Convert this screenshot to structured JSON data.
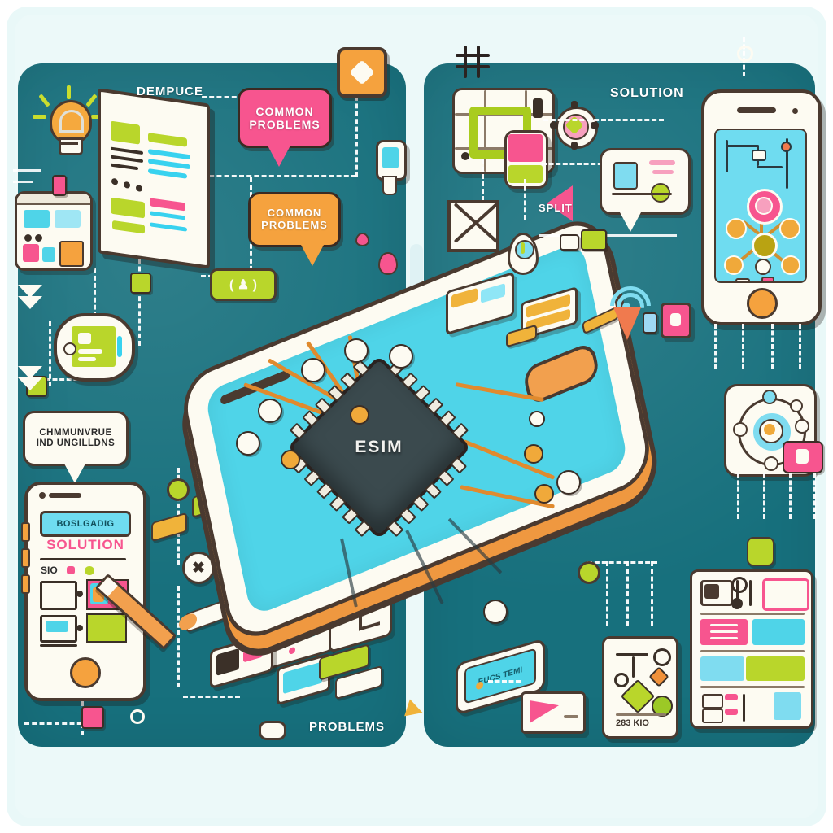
{
  "title": "eSIM Troubleshooting Infographic",
  "colors": {
    "panel_teal": "#17707d",
    "backdrop_mint": "#e9f8f8",
    "accent_orange": "#f5a23e",
    "accent_pink": "#f7558f",
    "accent_green": "#b9d62b",
    "accent_cyan": "#4fd4e8",
    "outline_dark": "#4a3a30",
    "chip_dark": "#3b4a4e"
  },
  "left_panel": {
    "label_top": "DEMPUCE",
    "label_bottom": "PROBLEMS",
    "bubbles": [
      {
        "id": "pink",
        "line1": "COMMON",
        "line2": "PROBLEMS",
        "color": "#f7558f"
      },
      {
        "id": "orange",
        "line1": "COMMON",
        "line2": "PROBLEMS",
        "color": "#f5a23e"
      },
      {
        "id": "white",
        "line1": "CHMMUNVRUE",
        "line2": "IND UNGILLDNS",
        "color": "#fdfbf2"
      }
    ],
    "icons": [
      {
        "name": "lightbulb-icon"
      },
      {
        "name": "document-page-icon"
      },
      {
        "name": "image-card-icon"
      },
      {
        "name": "qr-code-icon"
      },
      {
        "name": "chevron-down-icon"
      },
      {
        "name": "green-tag-icon"
      }
    ],
    "phone_card": {
      "search_value": "BOSLGADIG",
      "heading": "SOLUTION",
      "sub": "SIO"
    }
  },
  "right_panel": {
    "label_top": "SOLUTION",
    "label_mid": "SPLIT",
    "icons": [
      {
        "name": "settings-gear-icon"
      },
      {
        "name": "map-card-icon"
      },
      {
        "name": "location-pin-icon"
      },
      {
        "name": "wifi-icon"
      },
      {
        "name": "close-x-icon"
      },
      {
        "name": "download-arrow-icon"
      },
      {
        "name": "sim-card-icon"
      },
      {
        "name": "atom-network-icon"
      },
      {
        "name": "lock-icon"
      }
    ],
    "chat_bubble": {
      "name": "chat-bubble-icon"
    },
    "tablet_label": "EUCS TEMI",
    "stats_card": {
      "value": "283 KIO"
    }
  },
  "center": {
    "chip_label": "ESIM",
    "device_name": "isometric-smartphone"
  }
}
